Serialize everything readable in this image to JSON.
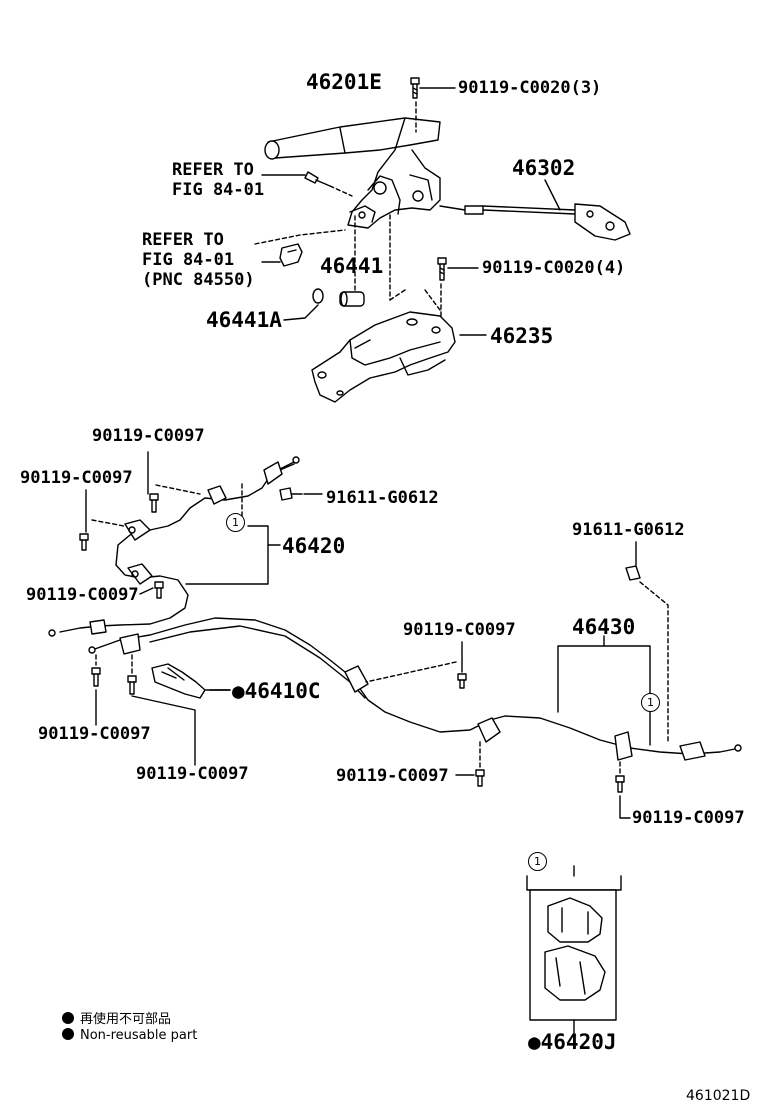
{
  "labels": {
    "p46201E": "46201E",
    "b_c0020_3": "90119-C0020(3)",
    "refer1_line1": "REFER TO",
    "refer1_line2": "FIG 84-01",
    "p46302": "46302",
    "refer2_line1": "REFER TO",
    "refer2_line2": "FIG 84-01",
    "refer2_line3": "(PNC 84550)",
    "p46441": "46441",
    "b_c0020_4": "90119-C0020(4)",
    "p46441A": "46441A",
    "p46235": "46235",
    "b_c0097_top": "90119-C0097",
    "b_c0097_left": "90119-C0097",
    "g0612_mid": "91611-G0612",
    "p46420": "46420",
    "b_c0097_mid": "90119-C0097",
    "g0612_right": "91611-G0612",
    "b_c0097_center": "90119-C0097",
    "p46430": "46430",
    "p46410C": "●46410C",
    "b_c0097_bl1": "90119-C0097",
    "b_c0097_bl2": "90119-C0097",
    "b_c0097_bc": "90119-C0097",
    "b_c0097_br": "90119-C0097",
    "p46420J": "●46420J",
    "ref_circle_1": "1",
    "ref_circle_2": "1",
    "ref_circle_3": "1"
  },
  "legend": {
    "jp": "再使用不可部品",
    "en": "Non-reusable part"
  },
  "figure_code": "461021D"
}
